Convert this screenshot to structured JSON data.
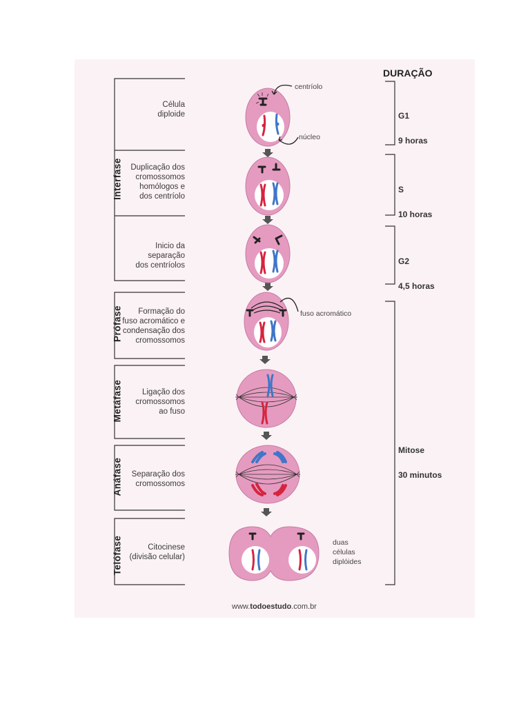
{
  "duration_title": "DURAÇÃO",
  "phases": [
    {
      "name": "Interfase"
    },
    {
      "name": "Prófase"
    },
    {
      "name": "Metáfase"
    },
    {
      "name": "Anáfase"
    },
    {
      "name": "Telófase"
    }
  ],
  "steps": [
    {
      "text": "Célula\ndiploide"
    },
    {
      "text": "Duplicação dos\ncromossomos\nhomólogos e\ndos centríolo"
    },
    {
      "text": "Inicio da\nseparação\ndos centríolos"
    },
    {
      "text": "Formação do\nfuso acromático e\ncondensação dos\ncromossomos"
    },
    {
      "text": "Ligação dos\ncromossomos\nao fuso"
    },
    {
      "text": "Separação dos\ncromossomos"
    },
    {
      "text": "Citocinese\n(divisão celular)"
    }
  ],
  "durations": [
    {
      "stage": "G1",
      "time": "9 horas"
    },
    {
      "stage": "S",
      "time": "10 horas"
    },
    {
      "stage": "G2",
      "time": "4,5 horas"
    },
    {
      "stage": "Mitose",
      "time": "30 minutos"
    }
  ],
  "annotations": {
    "centriolo": "centríolo",
    "nucleo": "núcleo",
    "fuso": "fuso acromático",
    "duas": "duas\ncélulas\ndiplóides"
  },
  "website": {
    "prefix": "www.",
    "brand": "todoestudo",
    "suffix": ".com.br"
  },
  "colors": {
    "cell": "#e59bc0",
    "nucleus": "#ffffff",
    "maternal": "#d6243f",
    "paternal": "#3f76c8",
    "lines": "#333333"
  }
}
